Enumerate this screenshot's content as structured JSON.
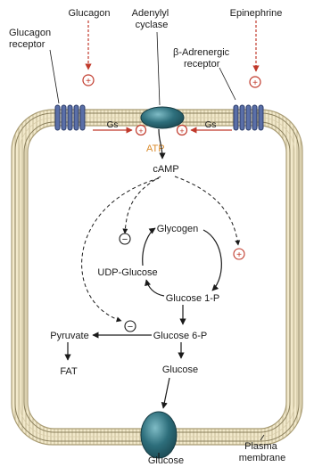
{
  "labels": {
    "glucagon": "Glucagon",
    "glucagon_receptor_line1": "Glucagon",
    "glucagon_receptor_line2": "receptor",
    "adenylyl_line1": "Adenylyl",
    "adenylyl_line2": "cyclase",
    "epinephrine": "Epinephrine",
    "beta_receptor_line1": "β-Adrenergic",
    "beta_receptor_line2": "receptor",
    "gs_left": "Gs",
    "gs_right": "Gs",
    "atp": "ATP",
    "camp": "cAMP",
    "glycogen": "Glycogen",
    "udp_glucose": "UDP-Glucose",
    "glucose_1p": "Glucose 1-P",
    "pyruvate": "Pyruvate",
    "glucose_6p": "Glucose 6-P",
    "fat": "FAT",
    "glucose_inside": "Glucose",
    "glucose_outside": "Glucose",
    "plasma_line1": "Plasma",
    "plasma_line2": "membrane"
  },
  "signs": {
    "plus": "+",
    "minus": "−"
  },
  "colors": {
    "membrane_fill": "#f0e6c6",
    "membrane_stroke": "#b8ab83",
    "protein_teal": "#2d6e7b",
    "protein_teal_light": "#5fa0ab",
    "receptor_blue": "#3a4f86",
    "activation_red": "#c0392b",
    "arrow_black": "#1a1a1a",
    "atp_orange": "#d98a2b"
  }
}
